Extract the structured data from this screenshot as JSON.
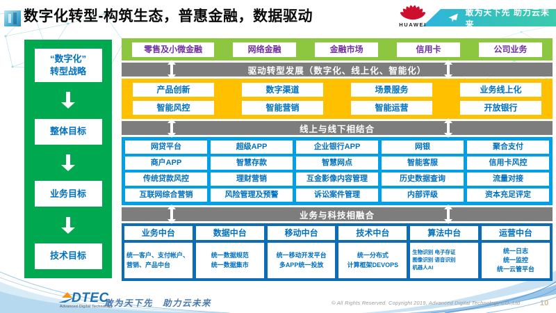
{
  "slide": {
    "title": "数字化转型-构筑生态，普惠金融，数据驱动",
    "page_number": "10"
  },
  "header": {
    "huawei_wordmark": "HUAWEI",
    "ribbon_slogan": "敢为天下先 助力云未来"
  },
  "strategy_sidebar": {
    "items": [
      "“数字化”\n转型战略",
      "整体目标",
      "业务目标",
      "技术目标"
    ]
  },
  "business_lines": {
    "items": [
      "零售及小微金融",
      "网络金融",
      "金融市场",
      "信用卡",
      "公司业务"
    ]
  },
  "connector_bars": {
    "drive": "驱动转型发展（数字化、线上化、智能化）",
    "online_offline": "线上与线下相结合",
    "biz_tech": "业务与科技相融合"
  },
  "transformation_capabilities": {
    "rows": [
      [
        "产品创新",
        "数字渠道",
        "场景服务",
        "业务线上化"
      ],
      [
        "智能风控",
        "智能营销",
        "智能运营",
        "开放银行"
      ]
    ]
  },
  "application_matrix": {
    "rows": [
      [
        "网贷平台",
        "超级APP",
        "企业银行APP",
        "网银",
        "聚合支付"
      ],
      [
        "商户APP",
        "智慧存款",
        "智慧网点",
        "智能客服",
        "信用卡风控"
      ],
      [
        "传统贷款风控",
        "理财营销",
        "互金影像内容管理",
        "历史数据查询",
        "流量对接"
      ],
      [
        "互联网综合营销",
        "风险管理及预警",
        "诉讼案件管理",
        "内部评级",
        "资本充足评定"
      ]
    ]
  },
  "middle_platforms": {
    "columns": [
      {
        "header": "业务中台",
        "content": "统一客户、支付帐户、营销、产品中台"
      },
      {
        "header": "数据中台",
        "content": "统一数据规范\n统一数据集市"
      },
      {
        "header": "移动中台",
        "content": "统一移动开发平台\n多APP统一投放"
      },
      {
        "header": "技术中台",
        "content": "统一分布式\n计算框架DEVOPS"
      },
      {
        "header": "算法中台",
        "content": "生物识别 电子存证\n图像识别 语音识别\n机器人AI"
      },
      {
        "header": "运营中台",
        "content": "统一日志\n统一监控\n统一云管平台"
      }
    ]
  },
  "footer": {
    "logo_wordmark": "DTEC",
    "logo_subtitle": "Advanced Digital Technology",
    "slogan": "敢为天下先　助力云未来",
    "copyright": "© All Rights Reserved. Copyright 2019, Advanced Digital Technology CO.,Ltd"
  },
  "colors": {
    "sidebar_green": "#00A94F",
    "business_green": "#8DC63F",
    "connector_gray": "#7D7D7D",
    "capability_yellow": "#FFC000",
    "application_blue": "#00A0E9",
    "platform_blue": "#0C6CB5",
    "box_text_blue": "#0070C0",
    "business_text_purple": "#7030A0",
    "huawei_red": "#CE0E2D",
    "ribbon_cyan": "#2FB4DE",
    "ribbon_teal": "#3CCBAD"
  }
}
